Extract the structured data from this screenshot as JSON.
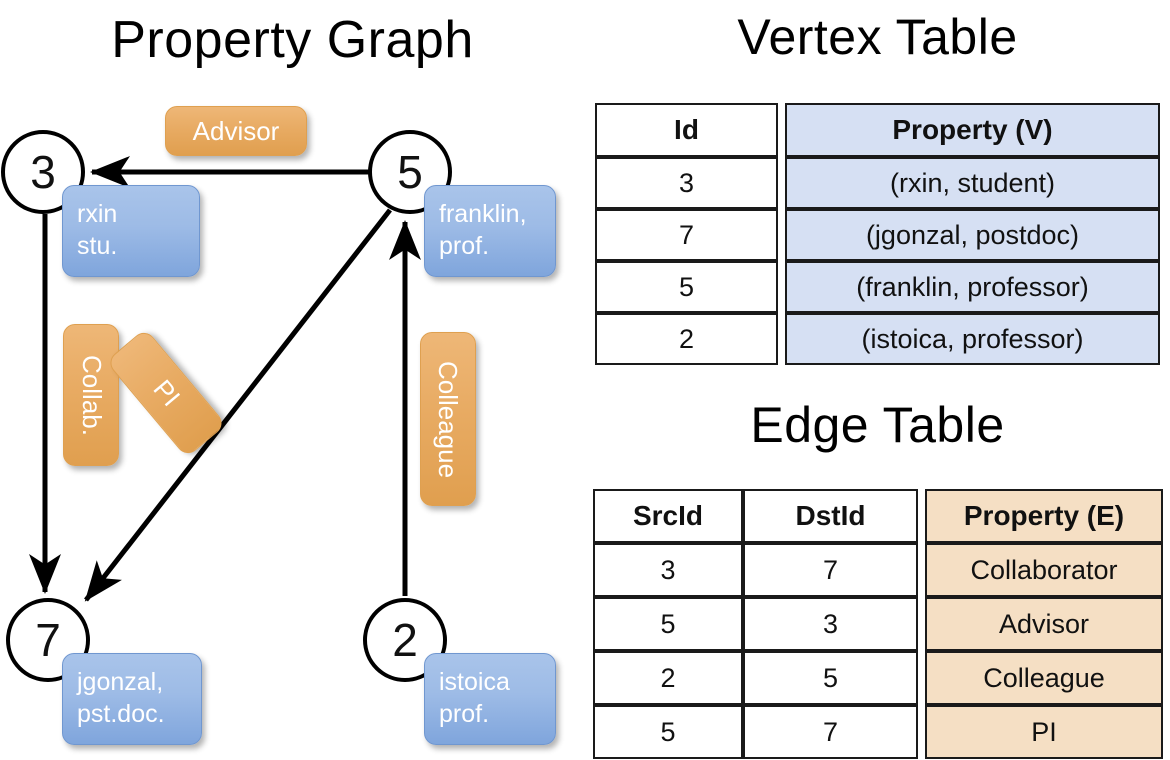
{
  "titles": {
    "property_graph": "Property Graph",
    "vertex_table": "Vertex Table",
    "edge_table": "Edge Table"
  },
  "colors": {
    "vertex_property_fill": "#d6e0f3",
    "edge_property_fill": "#f5dfc4",
    "node_box_blue": "#9dbbe6",
    "edge_label_orange": "#e8ab63",
    "stroke": "#000000"
  },
  "graph": {
    "nodes": [
      {
        "id": "3",
        "label": "3",
        "property_lines": [
          "rxin",
          "stu."
        ]
      },
      {
        "id": "5",
        "label": "5",
        "property_lines": [
          "franklin,",
          "prof."
        ]
      },
      {
        "id": "7",
        "label": "7",
        "property_lines": [
          "jgonzal,",
          "pst.doc."
        ]
      },
      {
        "id": "2",
        "label": "2",
        "property_lines": [
          "istoica",
          "prof."
        ]
      }
    ],
    "edge_labels": [
      {
        "name": "advisor",
        "text": "Advisor",
        "orientation": "horizontal"
      },
      {
        "name": "collab",
        "text": "Collab.",
        "orientation": "vertical"
      },
      {
        "name": "pi",
        "text": "PI",
        "orientation": "diagonal"
      },
      {
        "name": "colleague",
        "text": "Colleague",
        "orientation": "vertical"
      }
    ],
    "edges": [
      {
        "from": "5",
        "to": "3",
        "label": "Advisor"
      },
      {
        "from": "3",
        "to": "7",
        "label": "Collab."
      },
      {
        "from": "5",
        "to": "7",
        "label": "PI"
      },
      {
        "from": "2",
        "to": "5",
        "label": "Colleague"
      }
    ]
  },
  "vertex_table": {
    "headers": [
      "Id",
      "Property (V)"
    ],
    "rows": [
      {
        "id": "3",
        "property": "(rxin, student)"
      },
      {
        "id": "7",
        "property": "(jgonzal, postdoc)"
      },
      {
        "id": "5",
        "property": "(franklin, professor)"
      },
      {
        "id": "2",
        "property": "(istoica, professor)"
      }
    ]
  },
  "edge_table": {
    "headers": [
      "SrcId",
      "DstId",
      "Property (E)"
    ],
    "rows": [
      {
        "src": "3",
        "dst": "7",
        "property": "Collaborator"
      },
      {
        "src": "5",
        "dst": "3",
        "property": "Advisor"
      },
      {
        "src": "2",
        "dst": "5",
        "property": "Colleague"
      },
      {
        "src": "5",
        "dst": "7",
        "property": "PI"
      }
    ]
  }
}
